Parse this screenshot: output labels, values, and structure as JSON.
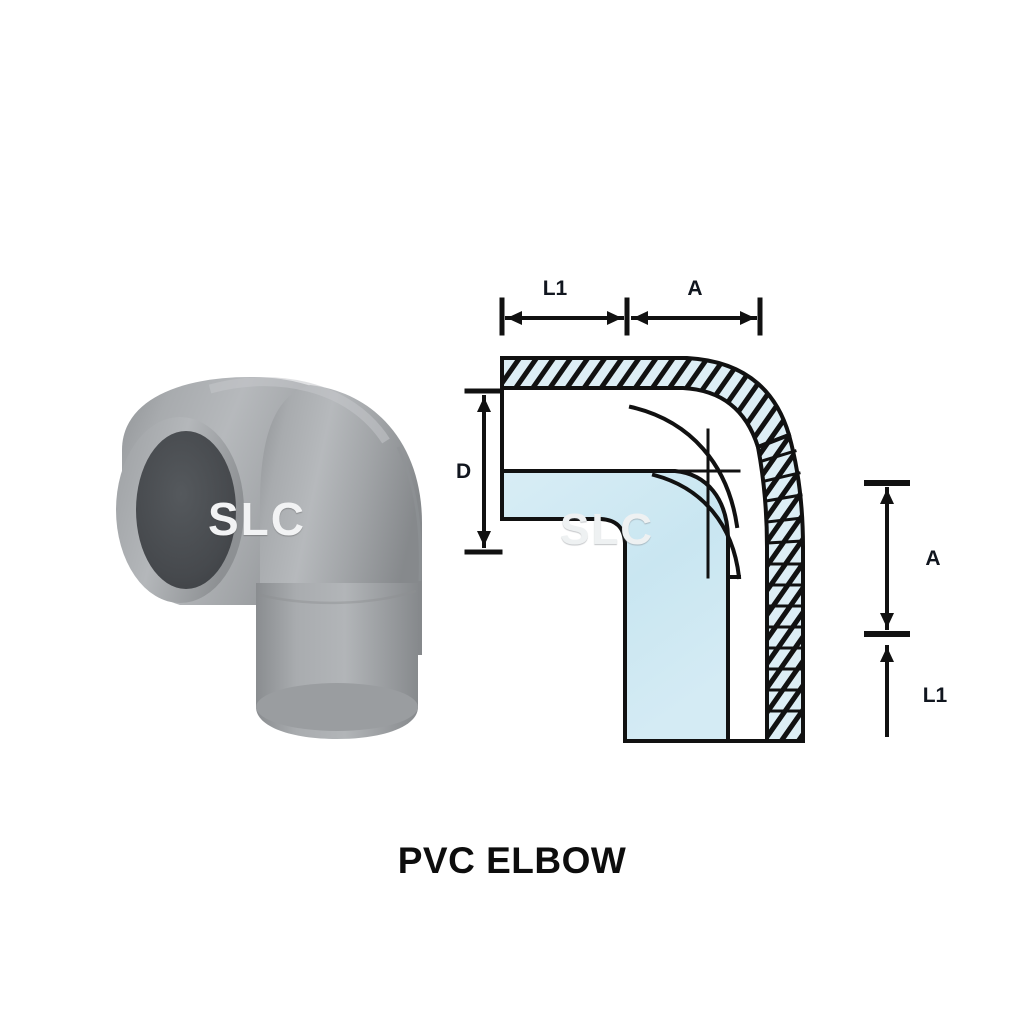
{
  "caption": {
    "title": "PVC ELBOW"
  },
  "product_photo": {
    "name": "pvc-elbow-photo",
    "watermark": "SLC",
    "body_color": "#9b9ea1",
    "body_highlight": "#b9bcbf",
    "body_shadow": "#7e8184",
    "socket_color": "#4a4e52",
    "watermark_color": "#f2f3f4"
  },
  "diagram": {
    "name": "pvc-elbow-cross-section",
    "watermark": "SLC",
    "wall_fill": "#ddeef5",
    "bore_fill": "#cfe8f2",
    "line_color": "#111111",
    "dimensions": {
      "top": [
        {
          "id": "l1-top",
          "label": "L1"
        },
        {
          "id": "a-top",
          "label": "A"
        }
      ],
      "left": [
        {
          "id": "d-left",
          "label": "D"
        }
      ],
      "right": [
        {
          "id": "a-right",
          "label": "A"
        },
        {
          "id": "l1-right",
          "label": "L1"
        }
      ]
    }
  }
}
